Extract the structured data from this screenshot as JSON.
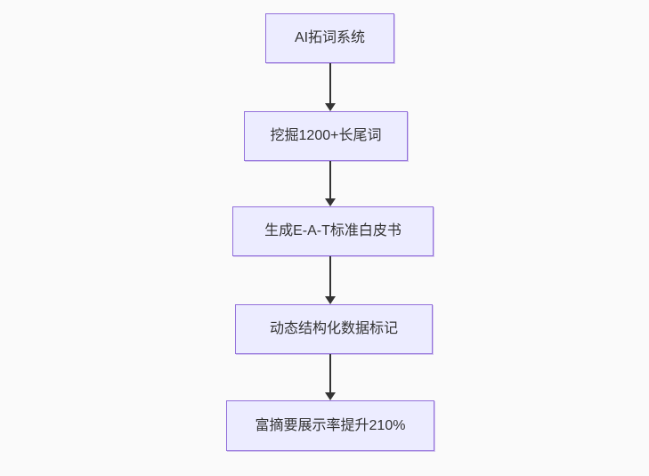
{
  "diagram": {
    "type": "flowchart-top-down",
    "nodes": [
      {
        "id": "1",
        "label": "AI拓词系统"
      },
      {
        "id": "2",
        "label": "挖掘1200+长尾词"
      },
      {
        "id": "3",
        "label": "生成E-A-T标准白皮书"
      },
      {
        "id": "4",
        "label": "动态结构化数据标记"
      },
      {
        "id": "5",
        "label": "富摘要展示率提升210%"
      }
    ],
    "edges": [
      {
        "from": "1",
        "to": "2",
        "style": "arrow-down"
      },
      {
        "from": "2",
        "to": "3",
        "style": "arrow-down"
      },
      {
        "from": "3",
        "to": "4",
        "style": "arrow-down"
      },
      {
        "from": "4",
        "to": "5",
        "style": "arrow-down"
      }
    ],
    "colors": {
      "background": "#fafafa",
      "node_fill": "#ececff",
      "node_border": "#9370db",
      "node_text": "#333333",
      "arrow": "#333333"
    }
  }
}
